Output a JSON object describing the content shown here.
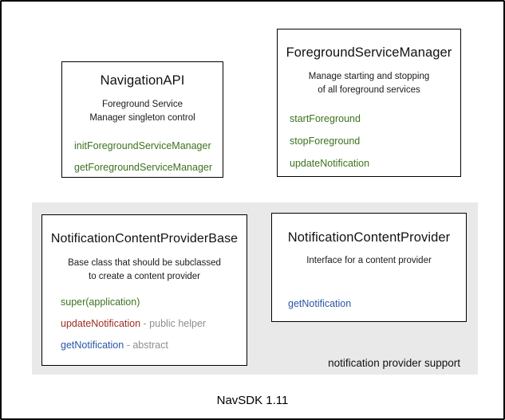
{
  "colors": {
    "method_green": "#3c731f",
    "method_red": "#a12c23",
    "method_blue": "#2a56a5",
    "suffix_gray": "#8e8e8e",
    "region_bg": "#e9e9e9",
    "border_black": "#000000"
  },
  "frame": {
    "caption": "NavSDK 1.11"
  },
  "region": {
    "label": "notification provider support"
  },
  "boxes": {
    "navigation_api": {
      "title": "NavigationAPI",
      "description": "Foreground Service\nManager singleton control",
      "methods": [
        {
          "label": "initForegroundServiceManager",
          "color": "#3c731f"
        },
        {
          "label": "getForegroundServiceManager",
          "color": "#3c731f"
        }
      ]
    },
    "foreground_service_manager": {
      "title": "ForegroundServiceManager",
      "description": "Manage starting and stopping\nof all foreground services",
      "methods": [
        {
          "label": "startForeground",
          "color": "#3c731f"
        },
        {
          "label": "stopForeground",
          "color": "#3c731f"
        },
        {
          "label": "updateNotification",
          "color": "#3c731f"
        }
      ]
    },
    "notification_content_provider_base": {
      "title": "NotificationContentProviderBase",
      "description": "Base class that should be subclassed\nto create a content provider",
      "methods": [
        {
          "label": "super(application)",
          "color": "#3c731f",
          "suffix": ""
        },
        {
          "label": "updateNotification",
          "color": "#a12c23",
          "suffix": " - public helper"
        },
        {
          "label": "getNotification",
          "color": "#2a56a5",
          "suffix": " - abstract"
        }
      ]
    },
    "notification_content_provider": {
      "title": "NotificationContentProvider",
      "description": "Interface for a content provider",
      "methods": [
        {
          "label": "getNotification",
          "color": "#2a56a5"
        }
      ]
    }
  }
}
